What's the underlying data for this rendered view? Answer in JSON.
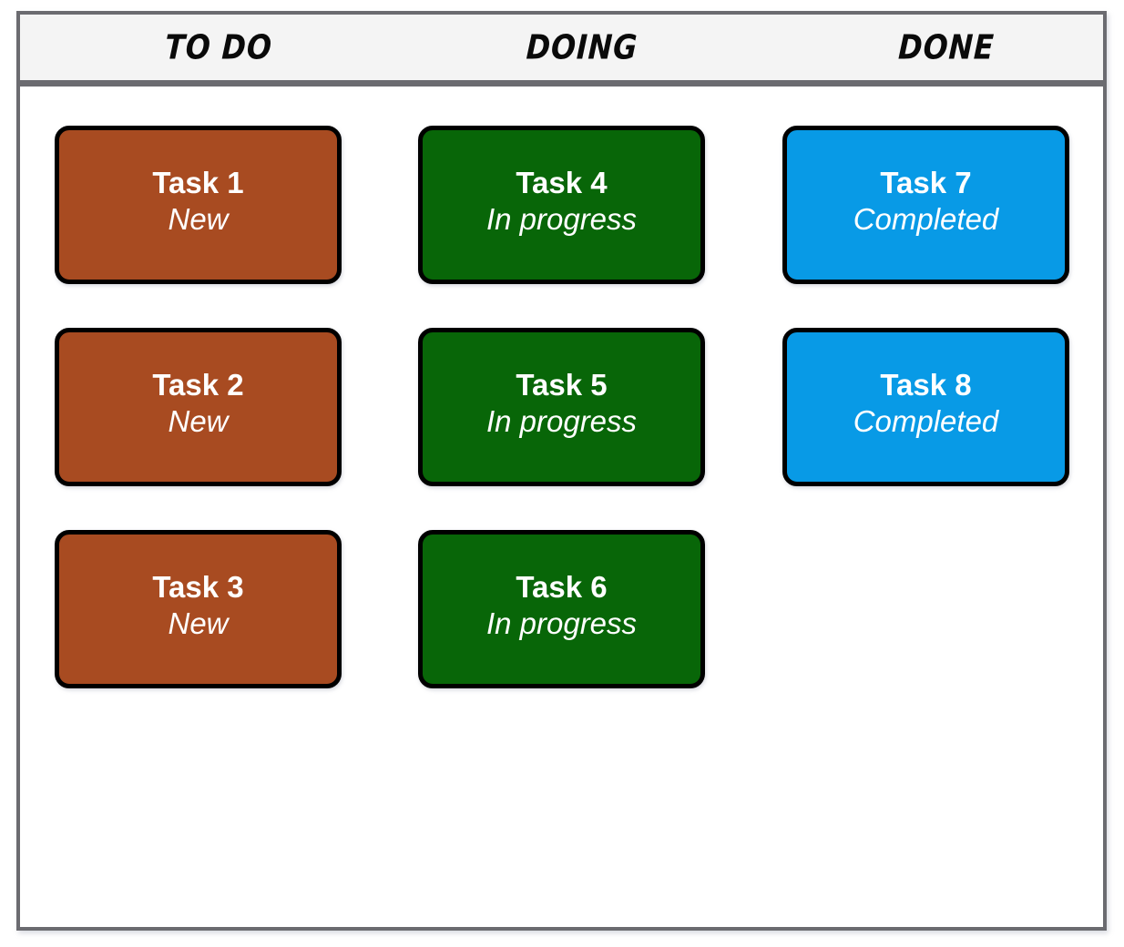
{
  "board": {
    "frame_border_color": "#6b6b70",
    "header_background": "#f4f4f4",
    "body_background": "#ffffff",
    "columns": [
      {
        "id": "todo",
        "label": "TO DO"
      },
      {
        "id": "doing",
        "label": "DOING"
      },
      {
        "id": "done",
        "label": "DONE"
      }
    ],
    "column_colors": {
      "todo": "#a84b21",
      "doing": "#086608",
      "done": "#089ae6"
    },
    "card_border_color": "#000000",
    "card_text_color": "#ffffff"
  },
  "cards": [
    {
      "column": "todo",
      "row": 0,
      "title": "Task 1",
      "status": "New",
      "color": "#a84b21"
    },
    {
      "column": "todo",
      "row": 1,
      "title": "Task 2",
      "status": "New",
      "color": "#a84b21"
    },
    {
      "column": "todo",
      "row": 2,
      "title": "Task 3",
      "status": "New",
      "color": "#a84b21"
    },
    {
      "column": "doing",
      "row": 0,
      "title": "Task 4",
      "status": "In progress",
      "color": "#086608"
    },
    {
      "column": "doing",
      "row": 1,
      "title": "Task 5",
      "status": "In progress",
      "color": "#086608"
    },
    {
      "column": "doing",
      "row": 2,
      "title": "Task 6",
      "status": "In progress",
      "color": "#086608"
    },
    {
      "column": "done",
      "row": 0,
      "title": "Task 7",
      "status": "Completed",
      "color": "#089ae6"
    },
    {
      "column": "done",
      "row": 1,
      "title": "Task 8",
      "status": "Completed",
      "color": "#089ae6"
    }
  ]
}
